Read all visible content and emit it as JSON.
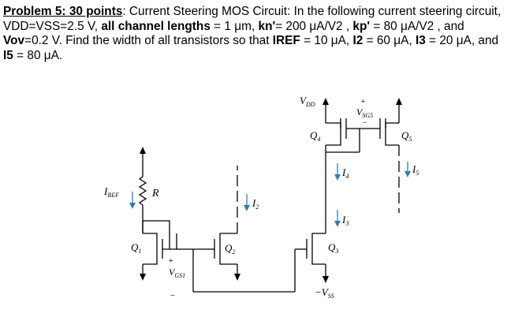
{
  "problem": {
    "header": "Problem 5: 30 points",
    "p1": ": Current Steering MOS Circuit: In the following current steering circuit, VDD=VSS=2.5 V, ",
    "b1": "all channel lengths",
    "p2": " = 1 μm, ",
    "b2": "kn'",
    "p3": "= 200 μA/V2 , ",
    "b3": "kp'",
    "p4": " = 80 μA/V2 , and ",
    "b4": "Vov",
    "p5": "=0.2 V. Find the width of all transistors so that ",
    "b5": "IREF",
    "p6": " = 10 μA, ",
    "b6": "I2",
    "p7": " = 60 μA, ",
    "b7": "I3",
    "p8": " = 20 μA, and ",
    "b8": "I5",
    "p9": " = 80 μA."
  },
  "circuit": {
    "labels": {
      "iref": "I",
      "iref_sub": "REF",
      "r": "R",
      "q1": "Q",
      "q1_sub": "1",
      "q2": "Q",
      "q2_sub": "2",
      "q3": "Q",
      "q3_sub": "3",
      "q4": "Q",
      "q4_sub": "4",
      "q5": "Q",
      "q5_sub": "5",
      "i2": "I",
      "i2_sub": "2",
      "i3": "I",
      "i3_sub": "3",
      "i4": "I",
      "i4_sub": "4",
      "i5": "I",
      "i5_sub": "5",
      "vgs1": "V",
      "vgs1_sub": "GS1",
      "vsg5": "V",
      "vsg5_sub": "SG5",
      "vdd": "V",
      "vdd_sub": "DD",
      "vss": "−V",
      "vss_sub": "SS",
      "plus": "+",
      "minus": "−"
    },
    "current_color": "#2a7fc1"
  }
}
